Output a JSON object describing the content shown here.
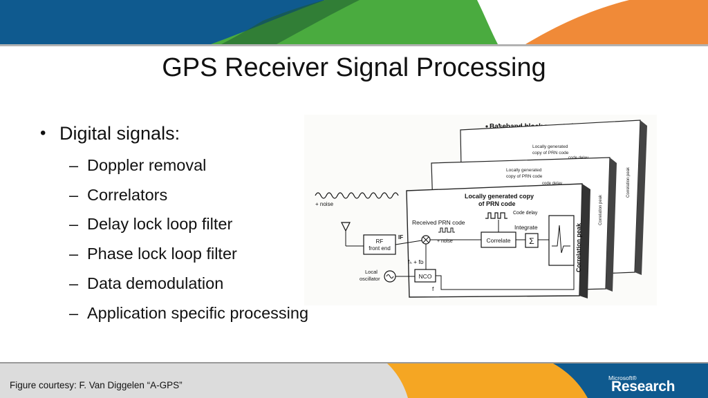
{
  "slide": {
    "title": "GPS Receiver Signal Processing",
    "caption": "Figure courtesy: F. Van Diggelen “A-GPS”"
  },
  "bullets": {
    "main": "Digital signals:",
    "sub": [
      "Doppler removal",
      "Correlators",
      "Delay lock loop filter",
      "Phase lock loop filter",
      "Data demodulation",
      "Application specific processing"
    ]
  },
  "diagram": {
    "header": "Baseband block repeated once per channel",
    "back_copy_1": "Locally generated",
    "back_copy_2": "copy of PRN code",
    "back_code_delay": "code delay",
    "back_correlation_peak": "Correlation peak",
    "front_copy_1": "Locally generated copy",
    "front_copy_2": "of PRN code",
    "code_delay": "Code delay",
    "received_prn": "Received PRN code",
    "noise": "+ noise",
    "input_noise": "+ noise",
    "rf_line1": "RF",
    "rf_line2": "front end",
    "if_label": "IF",
    "fif_fd": "fₕ + fᴅ",
    "integrate": "Integrate",
    "correlate": "Correlate",
    "sigma": "Σ",
    "correlation_peak": "Correlation peak",
    "local_osc_1": "Local",
    "local_osc_2": "oscillator",
    "nco": "NCO",
    "freq_lower": "f",
    "freq_feedback": "f"
  },
  "branding": {
    "microsoft": "Microsoft®",
    "research": "Research"
  },
  "colors": {
    "blue": "#0f5a8f",
    "green": "#4aab3f",
    "orange": "#f08a38",
    "footer_gray": "#dcdcdc"
  }
}
